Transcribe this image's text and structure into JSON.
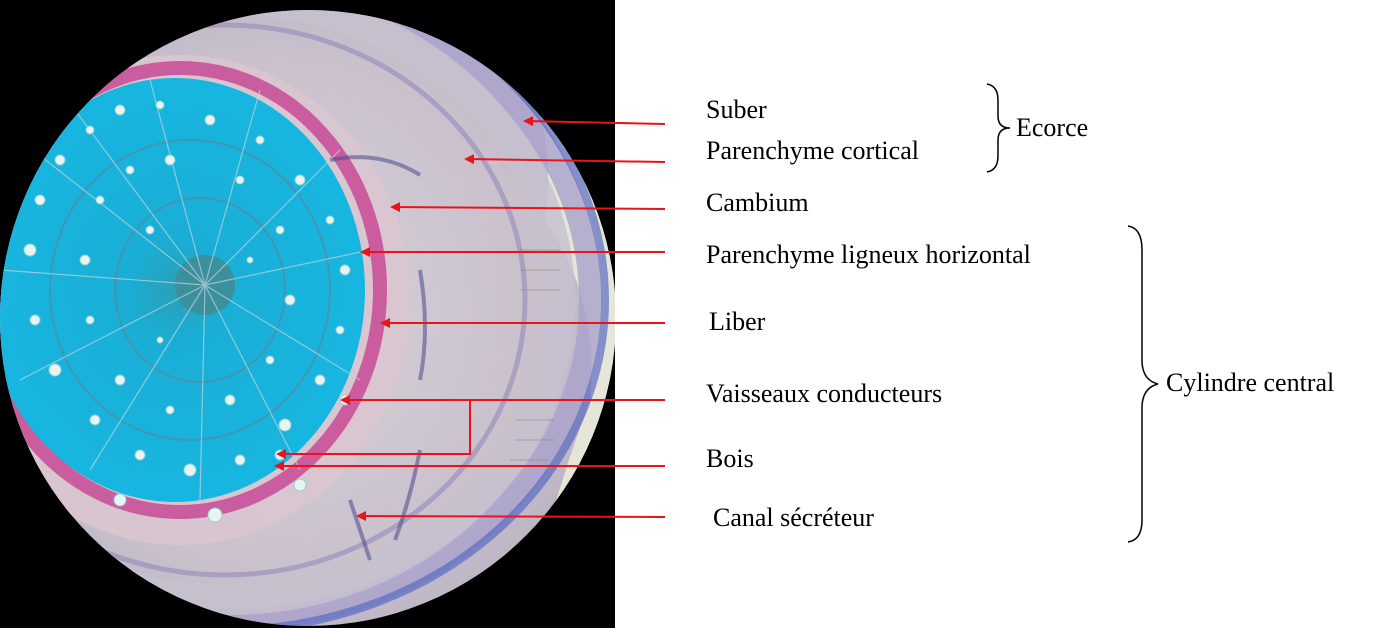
{
  "labels": {
    "suber": "Suber",
    "parenchyme_cortical": "Parenchyme cortical",
    "cambium": "Cambium",
    "parenchyme_ligneux": "Parenchyme ligneux horizontal",
    "liber": "Liber",
    "vaisseaux": "Vaisseaux conducteurs",
    "bois": "Bois",
    "canal": "Canal sécréteur"
  },
  "groups": {
    "ecorce": "Ecorce",
    "cylindre_central": "Cylindre central"
  },
  "colors": {
    "arrow": "#e8141a",
    "xylem": "#1fb4dc",
    "phloem": "#b9a3c9",
    "cambium": "#c63a8e",
    "background": "#000000"
  }
}
